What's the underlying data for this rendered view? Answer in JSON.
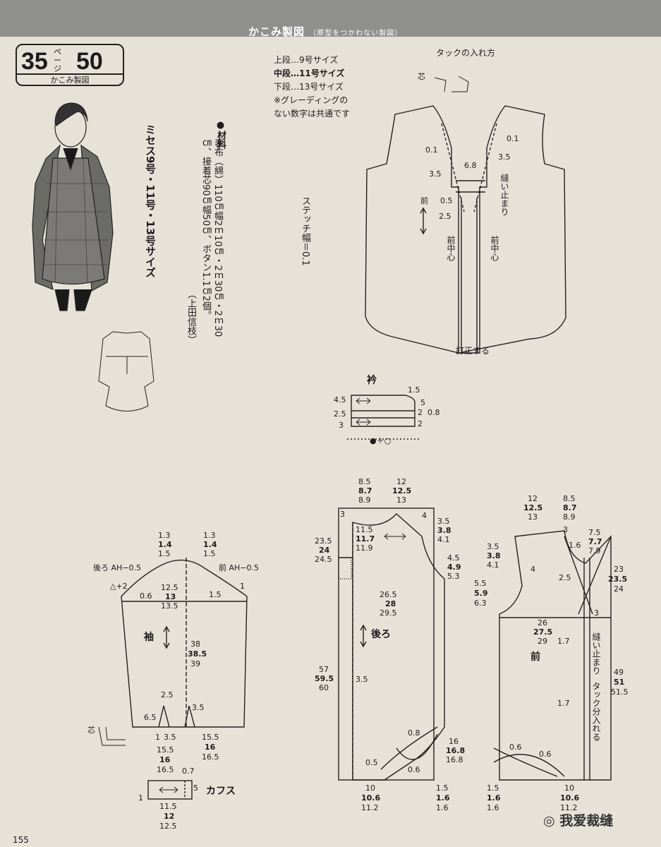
{
  "header": {
    "title": "かこみ製図",
    "subtitle": "（原型をつかわない製図）"
  },
  "badge": {
    "page_ref": "35",
    "kana": "ページ",
    "page_num": "50",
    "caption": "かこみ製図"
  },
  "sizes_title": "ミセス9号・11号・13号サイズ",
  "materials": {
    "lead": "●材料",
    "text": "表布（綿）110㎝幅2ｍ10㎝・2ｍ30㎝・2ｍ30㎝、接着芯90㎝幅50㎝、ボタン1.1㎝2個。",
    "credit": "（上田信枝）"
  },
  "note": {
    "line1": "上段…9号サイズ",
    "line2": "中段…11号サイズ",
    "line3": "下段…13号サイズ",
    "line4": "※グレーディングの",
    "line5": "ない数字は共通です"
  },
  "stitch": "ステッチ幅＝0.1",
  "tuck": {
    "title": "タックの入れ方",
    "shin": "芯",
    "front": "前",
    "center_front_l": "前中心",
    "center_front_r": "前中心",
    "stop": "縫い止まり",
    "trim": "訂正する",
    "v01a": "0.1",
    "v01b": "0.1",
    "v35a": "3.5",
    "v35b": "3.5",
    "v68": "6.8",
    "v05": "0.5",
    "v25": "2.5"
  },
  "collar": {
    "title": "衿",
    "v45": "4.5",
    "v25": "2.5",
    "v3": "3",
    "v15": "1.5",
    "v5": "5",
    "v2a": "2",
    "v08": "0.8",
    "v2b": "2",
    "legend": "●＋○"
  },
  "back": {
    "label": "後ろ",
    "top_l1": "8.5",
    "top_l2": "8.7",
    "top_l3": "8.9",
    "top_r1": "12",
    "top_r2": "12.5",
    "top_r3": "13",
    "v3": "3",
    "n115": "11.5",
    "n117": "11.7",
    "n119": "11.9",
    "h235": "23.5",
    "h24": "24",
    "h245": "24.5",
    "s35": "3.5",
    "s38": "3.8",
    "s41": "4.1",
    "s4": "4",
    "a45": "4.5",
    "a49": "4.9",
    "a53": "5.3",
    "w265": "26.5",
    "w28": "28",
    "w295": "29.5",
    "l57": "57",
    "l595": "59.5",
    "l60": "60",
    "d35": "3.5",
    "c08": "0.8",
    "c05": "0.5",
    "c06": "0.6",
    "r16": "16",
    "r168a": "16.8",
    "r168b": "16.8",
    "b10": "10",
    "b106": "10.6",
    "b112": "11.2",
    "f15": "1.5",
    "f16a": "1.6",
    "f16b": "1.6"
  },
  "front": {
    "label": "前",
    "top_l1": "12",
    "top_l2": "12.5",
    "top_l3": "13",
    "top_r1": "8.5",
    "top_r2": "8.7",
    "top_r3": "8.9",
    "v3": "3",
    "n75": "7.5",
    "n77": "7.7",
    "n79": "7.9",
    "s35": "3.5",
    "s38": "3.8",
    "s41": "4.1",
    "s4": "4",
    "t16": "1.6",
    "h23": "23",
    "h235": "23.5",
    "h24": "24",
    "a55": "5.5",
    "a59": "5.9",
    "a63": "6.3",
    "t25": "2.5",
    "w26": "26",
    "w275": "27.5",
    "w29": "29",
    "t3": "3",
    "t17a": "1.7",
    "t17b": "1.7",
    "stop": "縫い止まり",
    "tuck_in": "タック分入れる",
    "l49": "49",
    "l51": "51",
    "l515": "51.5",
    "c06a": "0.6",
    "c06b": "0.6",
    "b10": "10",
    "b106": "10.6",
    "b112": "11.2",
    "f15": "1.5",
    "f16a": "1.6",
    "f16b": "1.6"
  },
  "sleeve": {
    "label": "袖",
    "back_ah": "後ろ AH−0.5",
    "front_ah": "前 AH−0.5",
    "tl1": "1.3",
    "tl2": "1.4",
    "tl3": "1.5",
    "tr1": "1.3",
    "tr2": "1.4",
    "tr3": "1.5",
    "tri": "△+2",
    "v06": "0.6",
    "v1": "1",
    "w125": "12.5",
    "w13": "13",
    "w135": "13.5",
    "v15": "1.5",
    "l38": "38",
    "l385": "38.5",
    "l39": "39",
    "v25": "2.5",
    "v65": "6.5",
    "v35a": "3.5",
    "v1b": "1",
    "v35b": "3.5",
    "shin": "芯",
    "b155a": "15.5",
    "b16a": "16",
    "b165a": "16.5",
    "b155b": "15.5",
    "b16b": "16",
    "b165b": "16.5"
  },
  "cuff": {
    "label": "カフス",
    "v07": "0.7",
    "v1": "1",
    "v5": "5",
    "w115": "11.5",
    "w12": "12",
    "w125": "12.5"
  },
  "page_number": "155",
  "watermark": "我爱裁缝"
}
